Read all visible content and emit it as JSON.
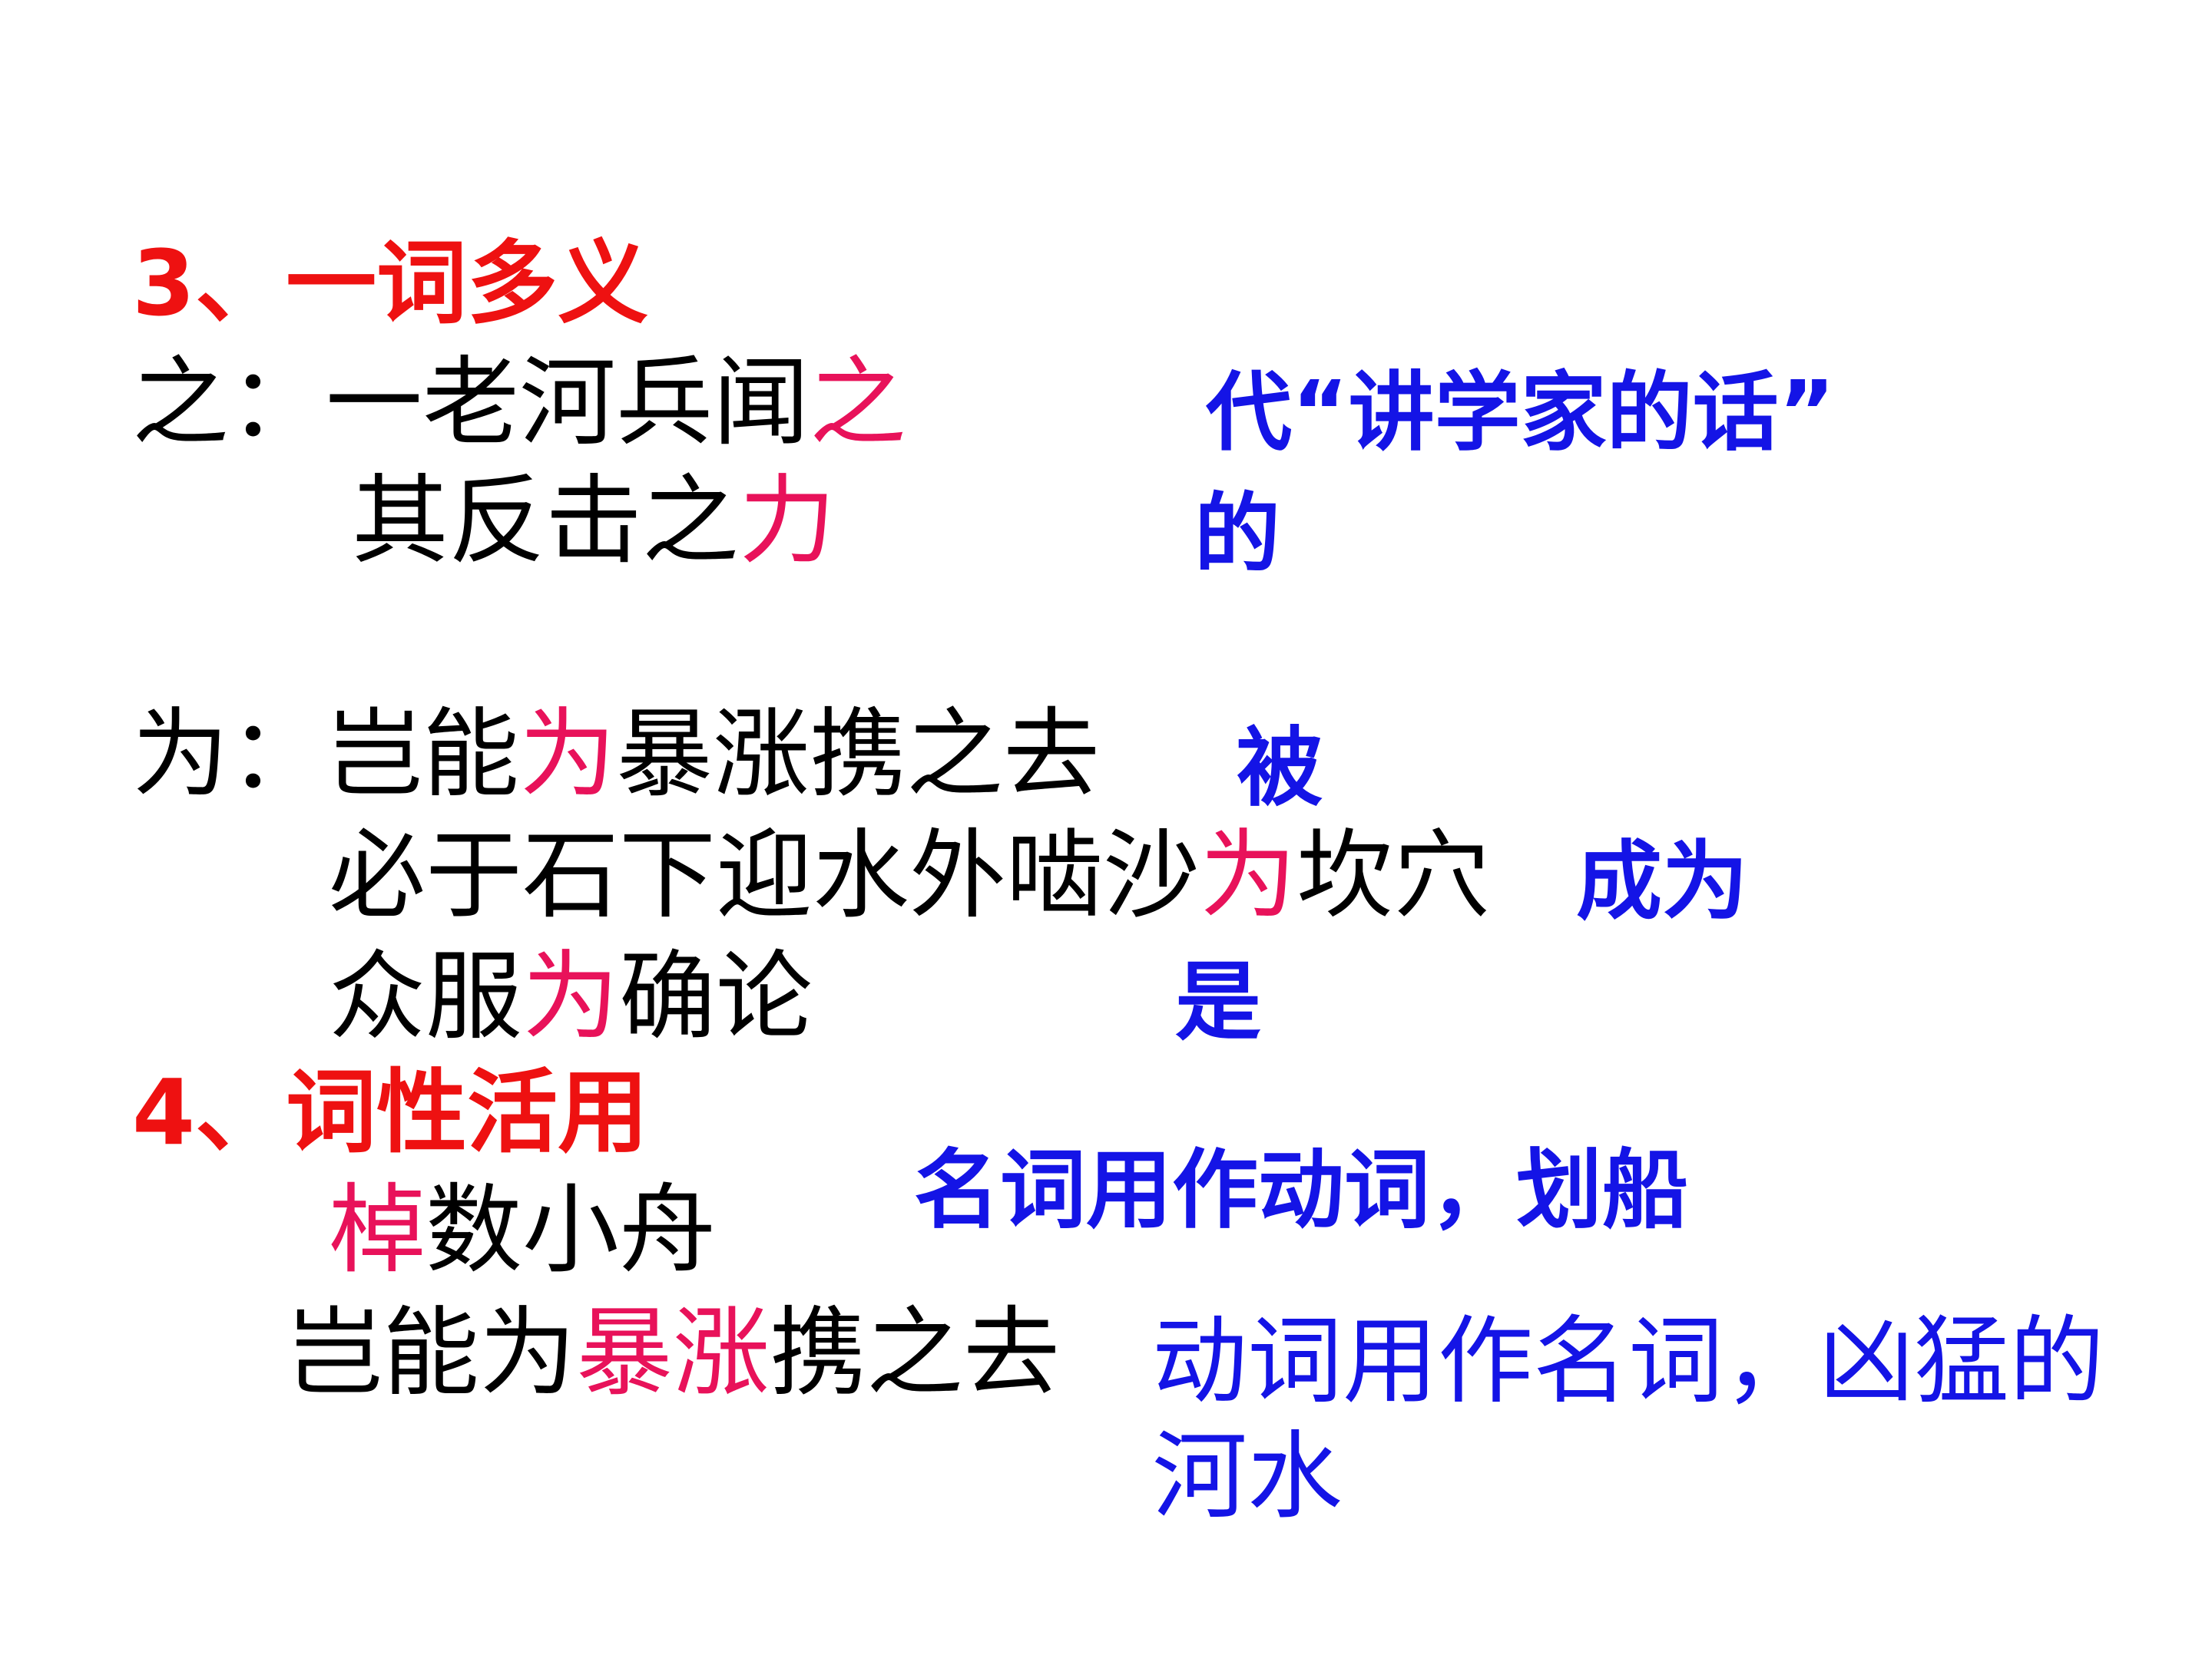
{
  "section3": {
    "heading": "3、一词多义",
    "zhi": {
      "line1": {
        "prefix": "之：一老河兵闻",
        "highlight": "之"
      },
      "line2": {
        "prefix": "其反击之",
        "highlight": "力"
      },
      "answer1": "代“讲学家的话”",
      "answer2": "的"
    },
    "wei": {
      "line1": {
        "prefix": "为：岂能",
        "highlight": "为",
        "suffix": "暴涨携之去"
      },
      "line2": {
        "prefix": "必于石下迎水外啮沙",
        "highlight": "为",
        "suffix": "坎穴"
      },
      "line3": {
        "prefix": "众服",
        "highlight": "为",
        "suffix": "确论"
      },
      "answer1": "被",
      "answer2": "成为",
      "answer3": "是"
    }
  },
  "section4": {
    "heading": "4、词性活用",
    "item1": {
      "highlight": "棹",
      "suffix": "数小舟",
      "answer": "名词用作动词，划船"
    },
    "item2": {
      "prefix": "岂能为",
      "highlight": "暴涨",
      "suffix": "携之去",
      "answer_line1": "动词用作名词，凶猛的",
      "answer_line2": "河水"
    }
  },
  "colors": {
    "heading": "#ee1111",
    "highlight": "#e8125a",
    "answer": "#1414e6",
    "text": "#000000"
  }
}
